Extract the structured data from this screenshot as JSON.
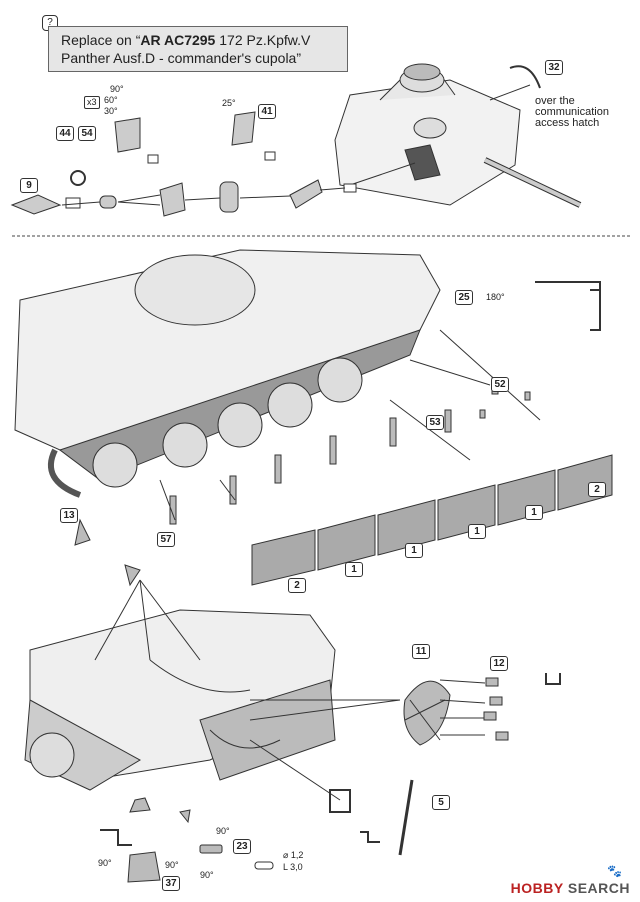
{
  "note": {
    "badge": "?",
    "line1_pre": "Replace on “",
    "line1_bold": "AR AC7295",
    "line1_post": " 172 Pz.Kpfw.V",
    "line2": "Panther Ausf.D - commander's cupola”"
  },
  "parts": {
    "p32": "32",
    "p9": "9",
    "p44": "44",
    "p54": "54",
    "p41": "41",
    "p25": "25",
    "p52": "52",
    "p53": "53",
    "p2a": "2",
    "p2b": "2",
    "p1a": "1",
    "p1b": "1",
    "p1c": "1",
    "p1d": "1",
    "p13": "13",
    "p57": "57",
    "p11": "11",
    "p12": "12",
    "p5": "5",
    "p23": "23",
    "p37": "37"
  },
  "labels": {
    "comm_hatch": "over the\ncommunication\naccess hatch",
    "x3": "x3",
    "angles_90": "90°",
    "angles_60": "60°",
    "angles_30": "30°",
    "angle_25": "25°",
    "angle_180": "180°",
    "rod_dim1": "⌀ 1,2",
    "rod_dim2": "L 3,0",
    "angle_90_a": "90°",
    "angle_90_b": "90°",
    "angle_90_c": "90°",
    "angle_90_d": "90°"
  },
  "brand": {
    "name": "HOBBY",
    "name2": " SEARCH"
  }
}
